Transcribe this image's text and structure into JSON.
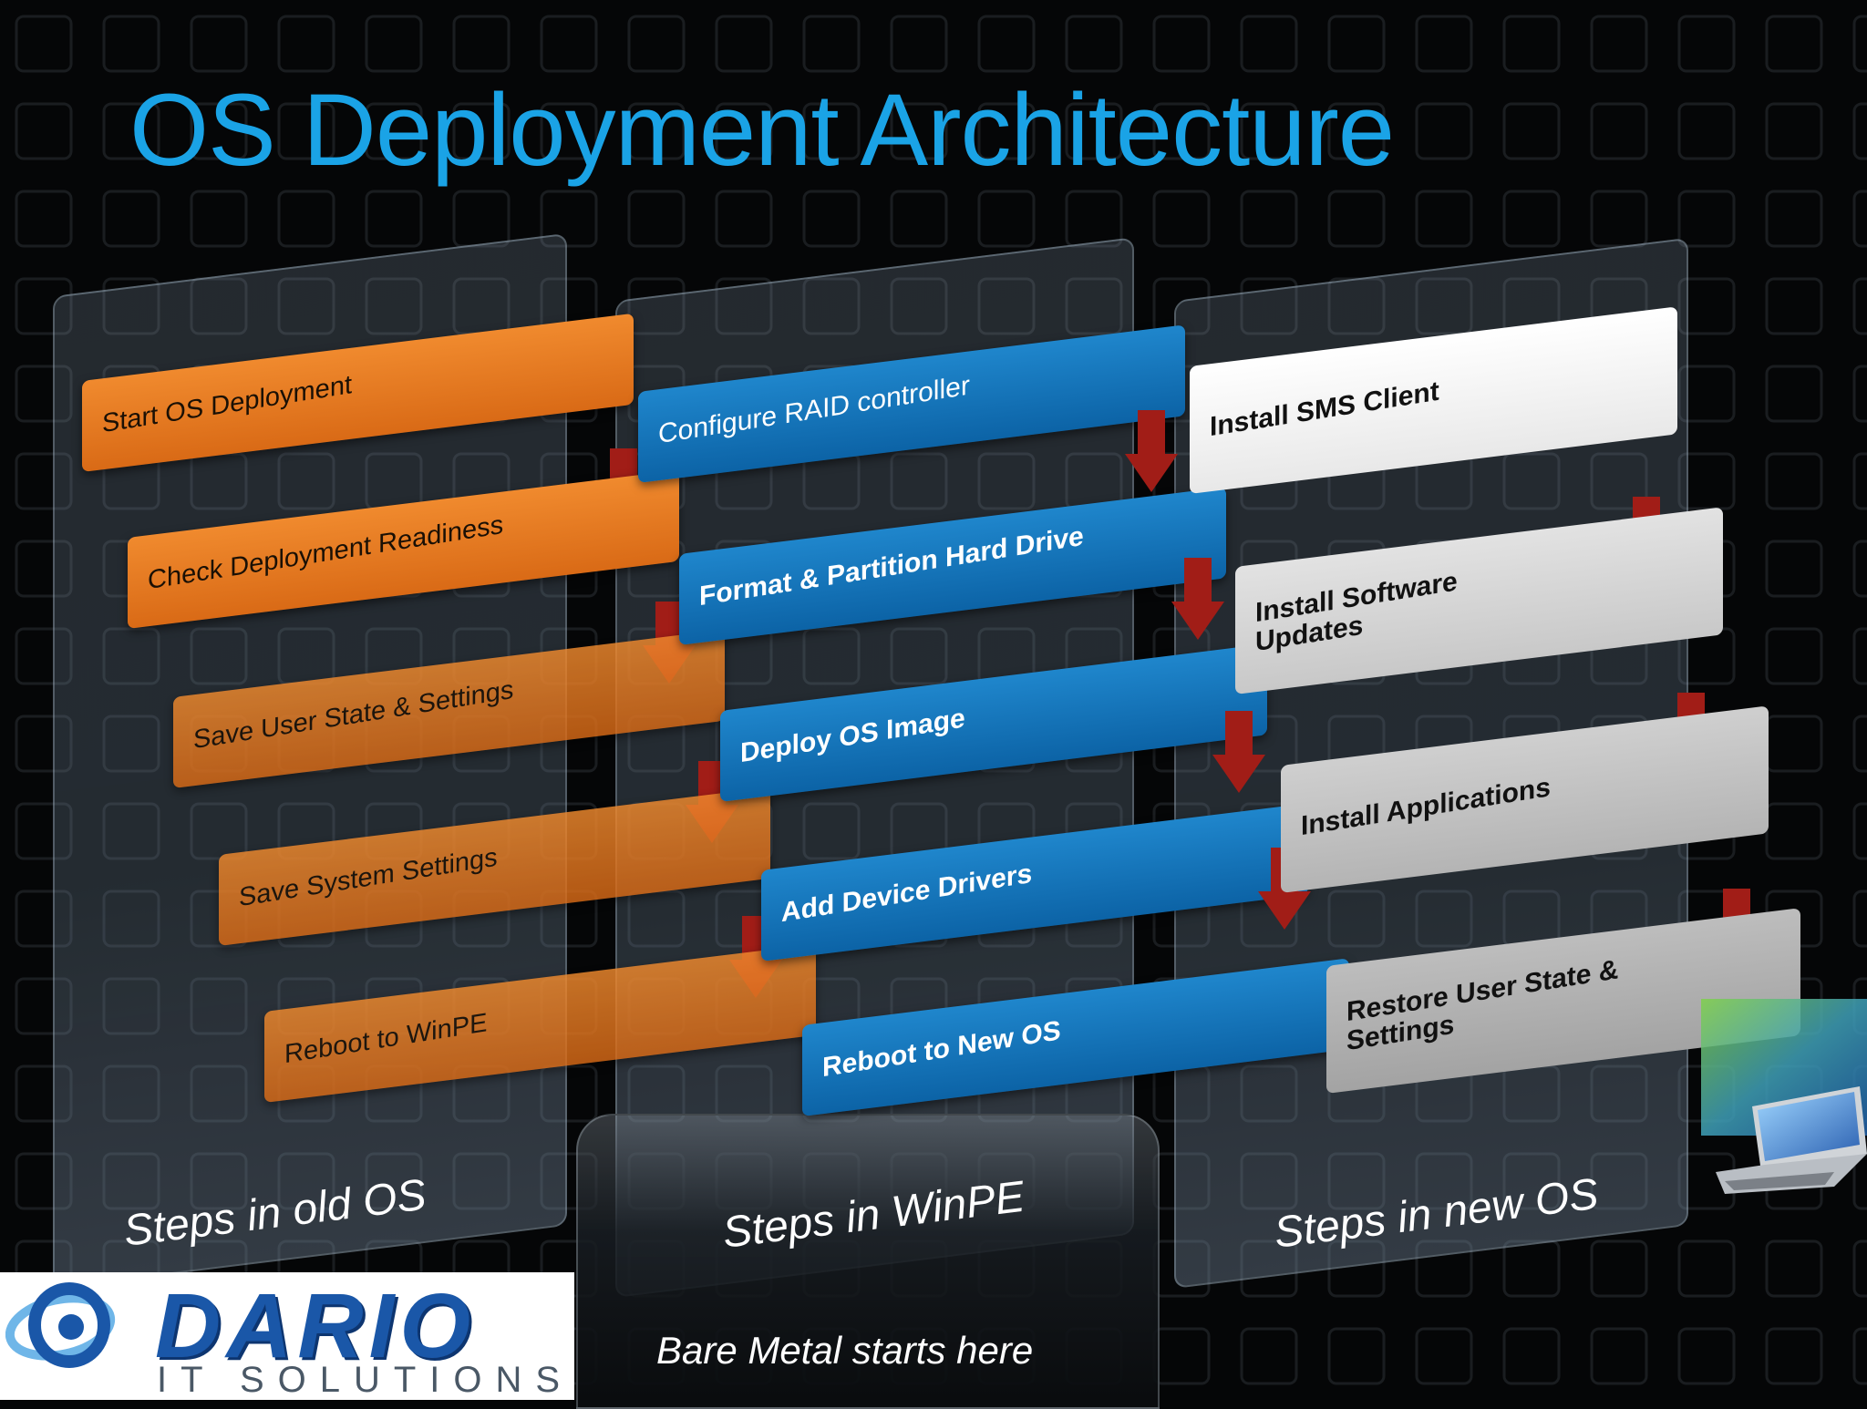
{
  "slide": {
    "title": "OS Deployment Architecture",
    "footer_note": "Bare Metal starts here"
  },
  "columns": [
    {
      "caption": "Steps in old OS",
      "color": "#e5761f",
      "steps": [
        "Start OS Deployment",
        "Check Deployment Readiness",
        "Save User State & Settings",
        "Save System Settings",
        "Reboot to WinPE"
      ]
    },
    {
      "caption": "Steps in WinPE",
      "color": "#1677bf",
      "steps": [
        "Configure RAID controller",
        "Format & Partition Hard Drive",
        "Deploy OS Image",
        "Add Device Drivers",
        "Reboot to New OS"
      ]
    },
    {
      "caption": "Steps in new OS",
      "color": "#d8d8d8",
      "steps": [
        "Install SMS Client",
        "Install Software Updates",
        "Install Applications",
        "Restore User State & Settings"
      ]
    }
  ],
  "logo": {
    "name": "DARIO",
    "tagline": "IT SOLUTIONS",
    "colors": {
      "primary": "#1a57a8",
      "secondary": "#4a5866"
    }
  },
  "colors": {
    "title": "#1aa3e6",
    "arrow": "#a11d17",
    "background": "#050607"
  },
  "icons": [
    "down-arrow-icon",
    "laptop-icon",
    "logo-swirl-icon"
  ]
}
